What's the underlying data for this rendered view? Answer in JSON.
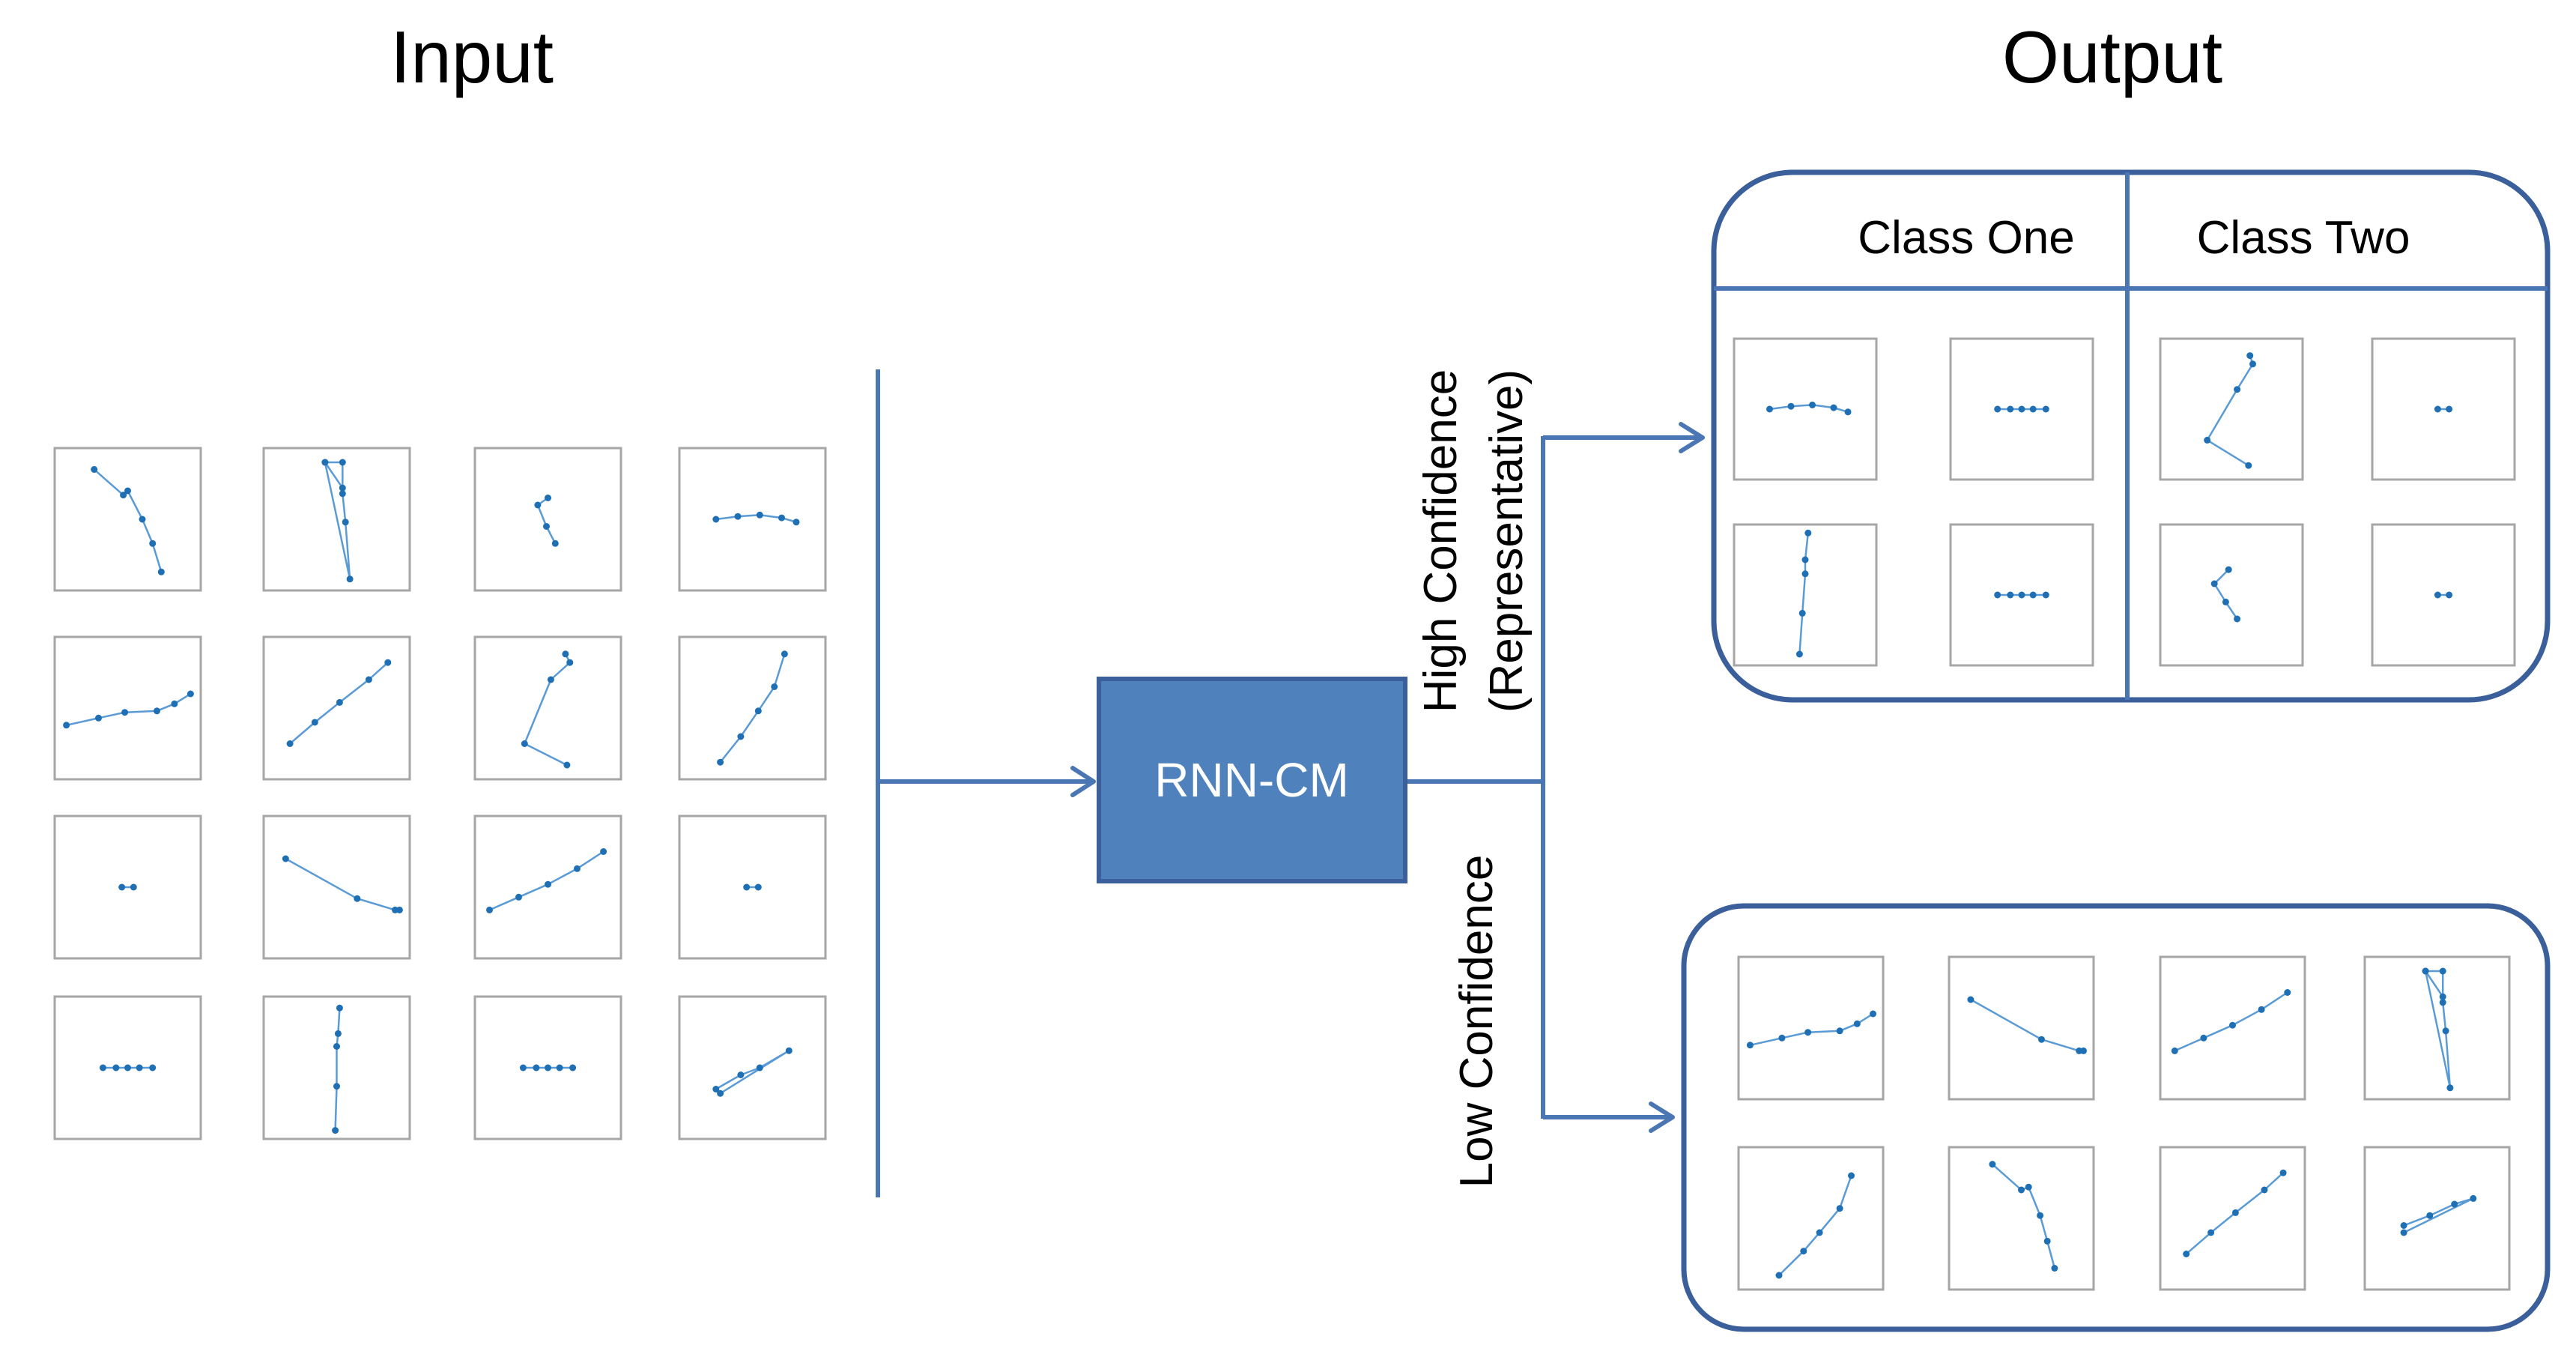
{
  "titles": {
    "input": "Input",
    "output": "Output"
  },
  "model": {
    "label": "RNN-CM",
    "fill": "#4f81bd",
    "border": "#3a5f9a"
  },
  "branches": {
    "high_line1": "High Confidence",
    "high_line2": "(Representative)",
    "low": "Low Confidence"
  },
  "classes": {
    "one": "Class One",
    "two": "Class Two"
  },
  "colors": {
    "connector": "#4a77b4",
    "trajectory_line": "#5b9bd5",
    "trajectory_point": "#1f6fb5",
    "thumb_border": "#a6a6a6"
  }
}
